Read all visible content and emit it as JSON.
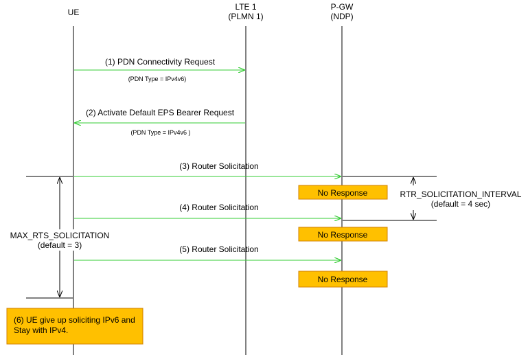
{
  "colors": {
    "message_arrow": "#33cc33",
    "lifeline": "#000000",
    "no_response_fill": "#ffc000",
    "no_response_border": "#d08000"
  },
  "lifelines": {
    "ue": {
      "name": "UE"
    },
    "lte": {
      "name": "LTE 1",
      "sub": "(PLMN 1)"
    },
    "pgw": {
      "name": "P-GW",
      "sub": "(NDP)"
    }
  },
  "messages": [
    {
      "label": "(1) PDN Connectivity Request",
      "param": "(PDN Type = IPv4v6)",
      "from": "UE",
      "to": "LTE 1"
    },
    {
      "label": "(2) Activate Default EPS Bearer Request",
      "param": "(PDN Type = IPv4v6 )",
      "from": "LTE 1",
      "to": "UE"
    },
    {
      "label": "(3) Router Solicitation",
      "from": "UE",
      "to": "P-GW"
    },
    {
      "label": "(4) Router Solicitation",
      "from": "UE",
      "to": "P-GW"
    },
    {
      "label": "(5) Router Solicitation",
      "from": "UE",
      "to": "P-GW"
    }
  ],
  "no_response_label": "No Response",
  "timers": {
    "rtr_name": "RTR_SOLICITATION_INTERVAL",
    "rtr_default": "(default = 4 sec)",
    "max_name": "MAX_RTS_SOLICITATION",
    "max_default": "(default = 3)"
  },
  "outcome": {
    "line1": "(6) UE give up soliciting IPv6 and",
    "line2": "Stay with IPv4."
  }
}
